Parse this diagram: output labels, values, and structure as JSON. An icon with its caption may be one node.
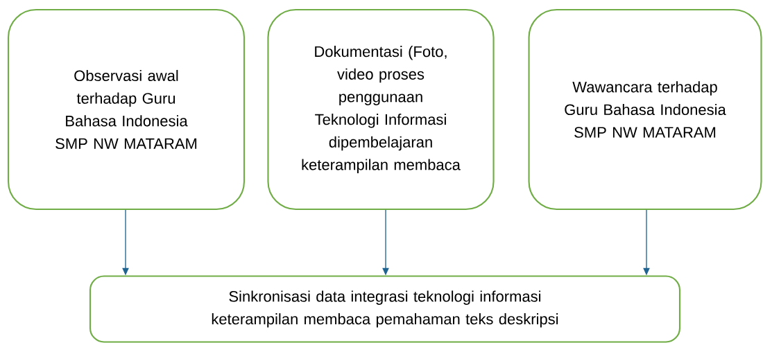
{
  "diagram": {
    "nodes": [
      {
        "text": [
          "Observasi awal terhadap Guru Bahasa Indonesia SMP NW MATARAM"
        ]
      },
      {
        "text": [
          "Dokumentasi (Foto, video proses penggunaan Teknologi Informasi dipembelajaran keterampilan membaca"
        ]
      },
      {
        "text": [
          "Wawancara terhadap Guru Bahasa Indonesia SMP NW MATARAM"
        ]
      },
      {
        "text": [
          "Sinkronisasi data integrasi teknologi informasi keterampilan membaca pemahaman teks deskripsi"
        ]
      }
    ],
    "edges": [
      {
        "from": 0,
        "to": 3,
        "arrow": "to"
      },
      {
        "from": 1,
        "to": 3,
        "arrow": "to"
      },
      {
        "from": 2,
        "to": 3,
        "arrow": "to"
      }
    ]
  }
}
